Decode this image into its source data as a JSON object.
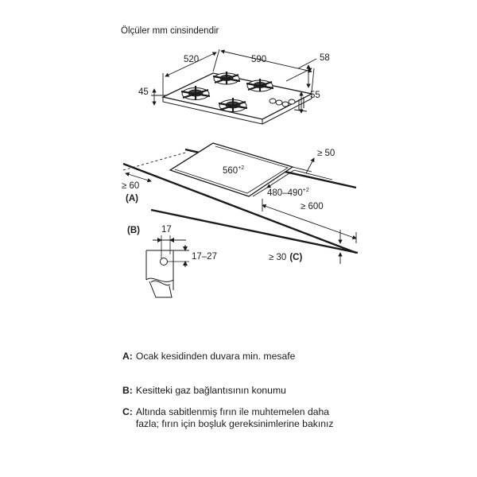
{
  "title": "Ölçüler mm cinsindendir",
  "hob": {
    "width": "590",
    "depth": "520",
    "height_front": "45",
    "height_knobs": "55",
    "knob_offset": "58"
  },
  "cutout": {
    "length": "560",
    "length_tol": "+2",
    "depth": "480–490",
    "depth_tol": "+2",
    "wall_distance": "≥ 50",
    "front_distance": "≥ 60",
    "front_marker": "(A)",
    "cabinet_width": "≥ 600"
  },
  "detail": {
    "marker": "(B)",
    "width": "17",
    "height": "17–27"
  },
  "clearance": {
    "value": "≥ 30",
    "marker": "(C)"
  },
  "legend": [
    {
      "key": "A:",
      "text": "Ocak kesidinden duvara min. mesafe"
    },
    {
      "key": "B:",
      "text": "Kesitteki gaz bağlantısının konumu"
    },
    {
      "key": "C:",
      "text": "Altında sabitlenmiş fırın ile muhtemelen daha fazla; fırın için boşluk gereksinimlerine bakınız"
    }
  ]
}
